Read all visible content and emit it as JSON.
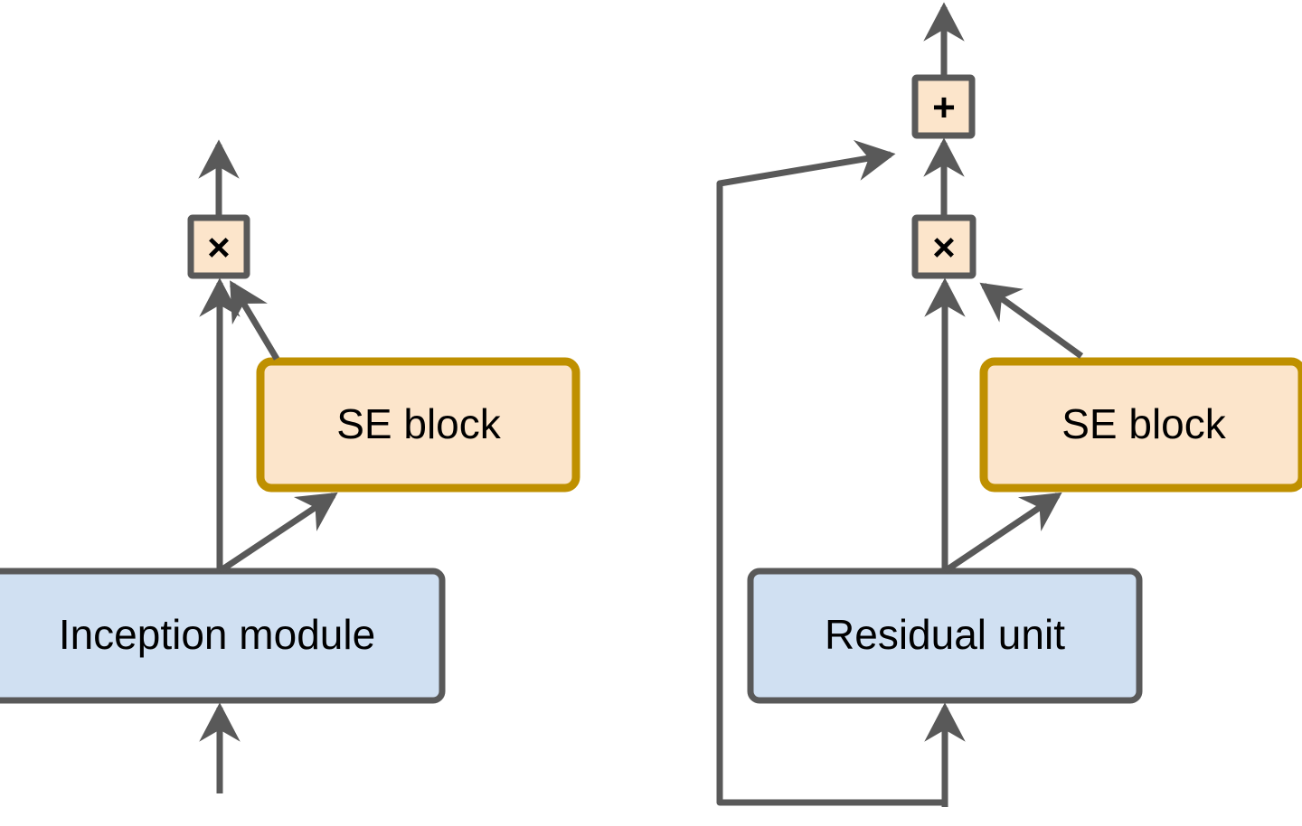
{
  "figure": {
    "type": "diagram",
    "description": "SE-Inception module and SE-ResNet module schematics",
    "background_color": "#ffffff"
  },
  "colors": {
    "block_fill_blue": "#D0E0F2",
    "block_stroke_blue": "#595959",
    "se_fill_peach": "#FCE5CB",
    "se_stroke_gold": "#BF9000",
    "op_fill_peach": "#FCE5CB",
    "op_stroke_gray": "#595959",
    "arrow_color": "#595959",
    "text_color": "#000000"
  },
  "panels": [
    {
      "id": "se-inception",
      "nodes": {
        "main_block": {
          "label": "Inception module",
          "shape": "rounded-rect",
          "fill": "#D0E0F2",
          "stroke": "#595959"
        },
        "se_block": {
          "label": "SE block",
          "shape": "rounded-rect",
          "fill": "#FCE5CB",
          "stroke": "#BF9000"
        },
        "scale_op": {
          "label": "×",
          "icon": "multiply-icon",
          "shape": "square",
          "fill": "#FCE5CB",
          "stroke": "#595959"
        }
      },
      "edges": [
        {
          "name": "input-to-main-block",
          "from": "input",
          "to": "main_block",
          "style": "straight-up-arrow"
        },
        {
          "name": "main-block-to-scale",
          "from": "main_block",
          "to": "scale_op",
          "style": "straight-up-arrow"
        },
        {
          "name": "main-block-to-se-block",
          "from": "main_block",
          "to": "se_block",
          "style": "diagonal-up-right-arrow"
        },
        {
          "name": "se-block-to-scale",
          "from": "se_block",
          "to": "scale_op",
          "style": "diagonal-up-left-arrow"
        },
        {
          "name": "scale-to-output",
          "from": "scale_op",
          "to": "output",
          "style": "straight-up-arrow"
        }
      ]
    },
    {
      "id": "se-resnet",
      "nodes": {
        "main_block": {
          "label": "Residual unit",
          "shape": "rounded-rect",
          "fill": "#D0E0F2",
          "stroke": "#595959"
        },
        "se_block": {
          "label": "SE block",
          "shape": "rounded-rect",
          "fill": "#FCE5CB",
          "stroke": "#BF9000"
        },
        "scale_op": {
          "label": "×",
          "icon": "multiply-icon",
          "shape": "square",
          "fill": "#FCE5CB",
          "stroke": "#595959"
        },
        "add_op": {
          "label": "+",
          "icon": "plus-icon",
          "shape": "square",
          "fill": "#FCE5CB",
          "stroke": "#595959"
        }
      },
      "edges": [
        {
          "name": "input-to-main-block",
          "from": "input",
          "to": "main_block",
          "style": "straight-up-arrow"
        },
        {
          "name": "main-block-to-scale",
          "from": "main_block",
          "to": "scale_op",
          "style": "straight-up-arrow"
        },
        {
          "name": "main-block-to-se-block",
          "from": "main_block",
          "to": "se_block",
          "style": "diagonal-up-right-arrow"
        },
        {
          "name": "se-block-to-scale",
          "from": "se_block",
          "to": "scale_op",
          "style": "diagonal-up-left-arrow"
        },
        {
          "name": "scale-to-add",
          "from": "scale_op",
          "to": "add_op",
          "style": "straight-up-arrow"
        },
        {
          "name": "skip-connection",
          "from": "input",
          "to": "add_op",
          "style": "identity-skip-path"
        },
        {
          "name": "add-to-output",
          "from": "add_op",
          "to": "output",
          "style": "straight-up-arrow"
        }
      ]
    }
  ],
  "labels": {
    "inception_module": "Inception module",
    "residual_unit": "Residual unit",
    "se_block_left": "SE block",
    "se_block_right": "SE block",
    "multiply_left": "×",
    "multiply_right": "×",
    "plus": "+"
  }
}
